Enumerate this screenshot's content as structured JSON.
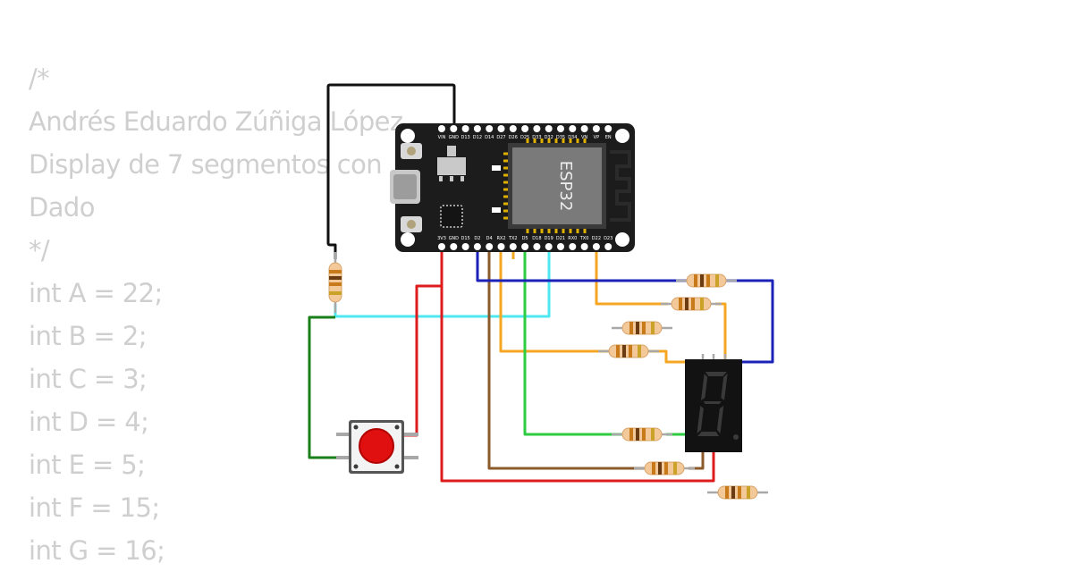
{
  "code_lines": [
    "/*",
    "Andrés Eduardo Zúñiga López",
    "Display de 7 segmentos con",
    "Dado",
    "*/",
    "int A = 22;",
    "int B = 2;",
    "int C = 3;",
    "int D = 4;",
    "int E = 5;",
    "int F = 15;",
    "int G = 16;"
  ],
  "board": {
    "chip_label": "ESP32",
    "top_pins": [
      "VIN",
      "GND",
      "D13",
      "D12",
      "D14",
      "D27",
      "D26",
      "D25",
      "D33",
      "D32",
      "D35",
      "D34",
      "VN",
      "VP",
      "EN"
    ],
    "bottom_pins": [
      "3V3",
      "GND",
      "D15",
      "D2",
      "D4",
      "RX2",
      "TX2",
      "D5",
      "D18",
      "D19",
      "D21",
      "RX0",
      "TX0",
      "D22",
      "D23"
    ]
  },
  "colors": {
    "black_wire": "#111111",
    "red_wire": "#dd1d1d",
    "brown_wire": "#8b5a2b",
    "orange_wire": "#f5a623",
    "blue_wire": "#1a22b8",
    "green_wire": "#2ecc40",
    "dark_green_wire": "#1a7f1a",
    "cyan_wire": "#4ee8f0",
    "button_cap": "#e01010",
    "display_body": "#121212",
    "segment_off": "#3a3a3a"
  }
}
